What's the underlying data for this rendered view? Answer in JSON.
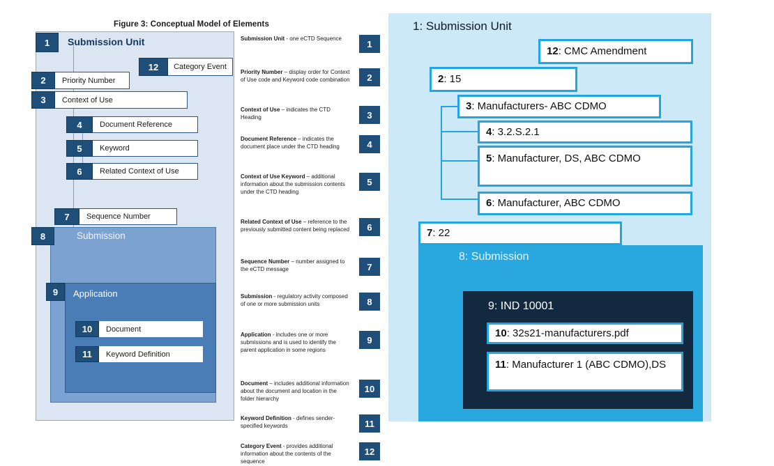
{
  "figure": {
    "title": "Figure 3: Conceptual Model of Elements",
    "root_label": "Submission Unit",
    "root_number": "1",
    "submission_label": "Submission",
    "submission_number": "8",
    "application_label": "Application",
    "application_number": "9",
    "nodes": [
      {
        "num": "2",
        "label": "Priority Number"
      },
      {
        "num": "3",
        "label": "Context of Use"
      },
      {
        "num": "4",
        "label": "Document Reference"
      },
      {
        "num": "5",
        "label": "Keyword"
      },
      {
        "num": "6",
        "label": "Related Context of Use"
      },
      {
        "num": "7",
        "label": "Sequence Number"
      },
      {
        "num": "10",
        "label": "Document"
      },
      {
        "num": "11",
        "label": "Keyword Definition"
      },
      {
        "num": "12",
        "label": "Category Event"
      }
    ]
  },
  "legend": {
    "items": [
      {
        "num": "1",
        "term": "Submission Unit",
        "desc": " - one eCTD Sequence"
      },
      {
        "num": "2",
        "term": "Priority Number",
        "desc": " – display order for Context of Use code and Keyword code combination"
      },
      {
        "num": "3",
        "term": "Context of Use",
        "desc": " – indicates the CTD Heading"
      },
      {
        "num": "4",
        "term": "Document Reference",
        "desc": " – indicates the document place under the CTD heading"
      },
      {
        "num": "5",
        "term": "Context of Use Keyword",
        "desc": " – additional information about the submission contents under the CTD heading"
      },
      {
        "num": "6",
        "term": "Related Context of Use",
        "desc": " – reference to the previously submitted content being replaced"
      },
      {
        "num": "7",
        "term": "Sequence Number",
        "desc": " – number assigned to the eCTD message"
      },
      {
        "num": "8",
        "term": "Submission",
        "desc": "  - regulatory activity composed of one or more submission units"
      },
      {
        "num": "9",
        "term": "Application",
        "desc": "  -  includes one or more submissions and is used to identify the parent application in some regions"
      },
      {
        "num": "10",
        "term": "Document",
        "desc": " – includes additional information about the document and location in the folder hierarchy"
      },
      {
        "num": "11",
        "term": "Keyword Definition",
        "desc": "  -  defines sender-specified keywords"
      },
      {
        "num": "12",
        "term": "Category Event",
        "desc": "  -  provides additional information about the contents of the sequence"
      }
    ]
  },
  "example": {
    "title": "1:  Submission Unit",
    "submission_caption": "8: Submission",
    "application_caption": "9: IND 10001",
    "boxes": [
      {
        "id": "12",
        "num": "12",
        "sep": ": ",
        "value": "CMC Amendment"
      },
      {
        "id": "2",
        "num": "2",
        "sep": ": ",
        "value": "15"
      },
      {
        "id": "3",
        "num": "3",
        "sep": ":  ",
        "value": "Manufacturers- ABC CDMO"
      },
      {
        "id": "4",
        "num": "4",
        "sep": ":  ",
        "value": "3.2.S.2.1"
      },
      {
        "id": "5",
        "num": "5",
        "sep": ":  ",
        "value": "Manufacturer, DS, ABC CDMO"
      },
      {
        "id": "6",
        "num": "6",
        "sep": ": ",
        "value": "Manufacturer, ABC CDMO"
      },
      {
        "id": "7",
        "num": "7",
        "sep": ":  ",
        "value": "22"
      },
      {
        "id": "10",
        "num": "10",
        "sep": ": ",
        "value": "32s21-manufacturers.pdf"
      },
      {
        "id": "11",
        "num": "11",
        "sep": ": ",
        "value": "Manufacturer 1 (ABC CDMO),DS"
      }
    ]
  },
  "colors": {
    "navy_badge": "#1F4E79",
    "pale_blue_frame": "#DCE6F2",
    "mid_blue_submission": "#7BA2D1",
    "app_blue": "#4A7DB5",
    "example_panel": "#CDE8F7",
    "cyan_border": "#22A5E2",
    "submission_cyan": "#29A8DF",
    "dark_navy_panel": "#12293F"
  }
}
